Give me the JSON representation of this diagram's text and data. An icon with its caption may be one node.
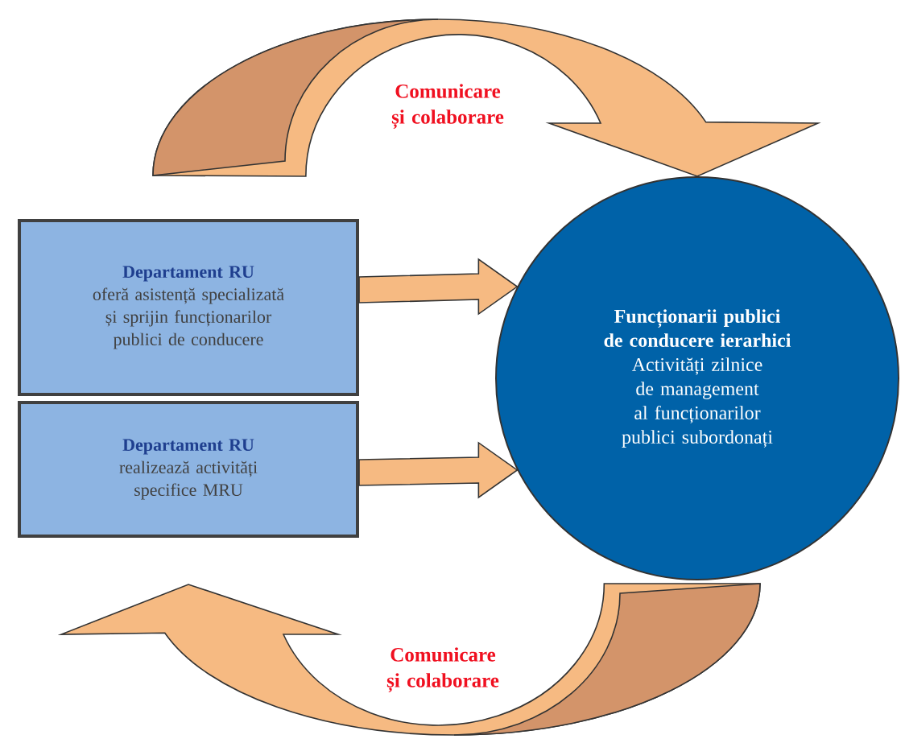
{
  "diagram": {
    "nodes": [
      {
        "text": [
          "Departament RU",
          "oferă asistență specializată și sprijin funcționarilor publici de conducere"
        ]
      },
      {
        "text": [
          "Departament RU",
          "realizează activități specifice MRU"
        ]
      },
      {
        "text": [
          "Funcționarii publici de conducere ierarhici",
          "Activități zilnice de management al funcționarilor publici subordonați"
        ]
      }
    ],
    "edges": [
      {
        "from": 0,
        "to": 2,
        "arrow": "to"
      },
      {
        "from": 1,
        "to": 2,
        "arrow": "to"
      },
      {
        "from": 0,
        "to": 2,
        "arrow": "to",
        "label": "Comunicare și colaborare"
      },
      {
        "from": 2,
        "to": 1,
        "arrow": "to",
        "label": "Comunicare și colaborare"
      }
    ]
  }
}
